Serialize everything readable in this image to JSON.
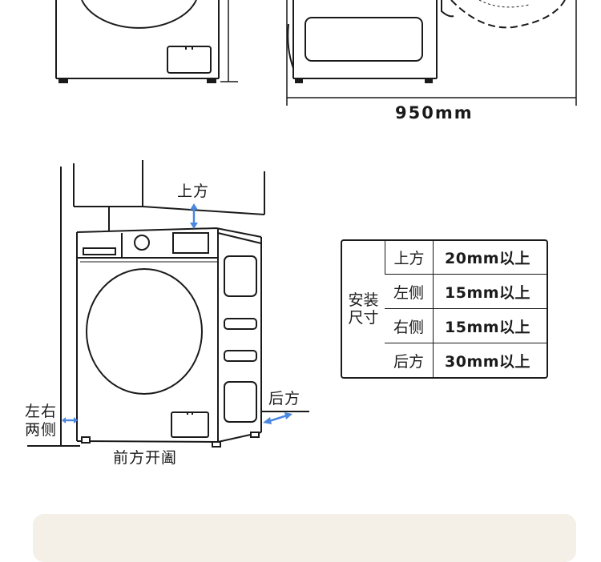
{
  "dimension": {
    "width_label": "950mm"
  },
  "labels": {
    "top": "上方",
    "sides": [
      "左右",
      "两侧"
    ],
    "back": "后方",
    "front": "前方开阖"
  },
  "clearance_table": {
    "header": [
      "安装",
      "尺寸"
    ],
    "rows": [
      {
        "direction": "上方",
        "value": "20mm以上"
      },
      {
        "direction": "左侧",
        "value": "15mm以上"
      },
      {
        "direction": "右侧",
        "value": "15mm以上"
      },
      {
        "direction": "后方",
        "value": "30mm以上"
      }
    ]
  },
  "colors": {
    "arrow": "#4a87e0",
    "line": "#1a1a1a",
    "footer_bg": "#f4efe7"
  }
}
